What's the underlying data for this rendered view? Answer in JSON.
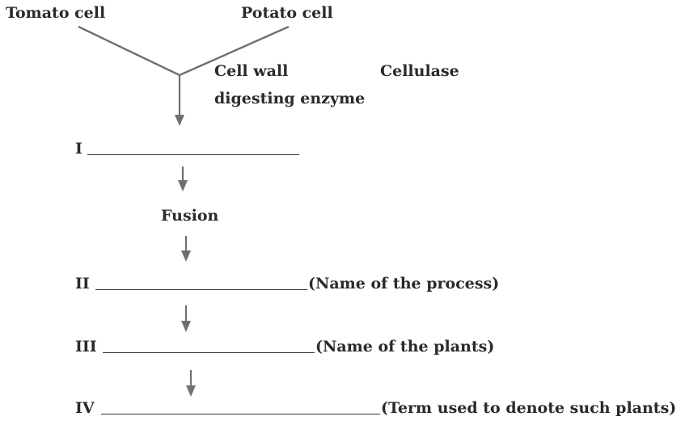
{
  "diagram": {
    "source_left": "Tomato cell",
    "source_right": "Potato cell",
    "enzyme_line1": "Cell wall",
    "enzyme_line2": "digesting enzyme",
    "enzyme_name": "Cellulase",
    "step_fusion": "Fusion",
    "blanks": [
      {
        "numeral": "I",
        "hint": ""
      },
      {
        "numeral": "II",
        "hint": "(Name of the process)"
      },
      {
        "numeral": "III",
        "hint": "(Name of the plants)"
      },
      {
        "numeral": "IV",
        "hint": "(Term used to denote such plants)"
      }
    ]
  },
  "colors": {
    "line": "#707070",
    "text": "#2a2a2a"
  }
}
